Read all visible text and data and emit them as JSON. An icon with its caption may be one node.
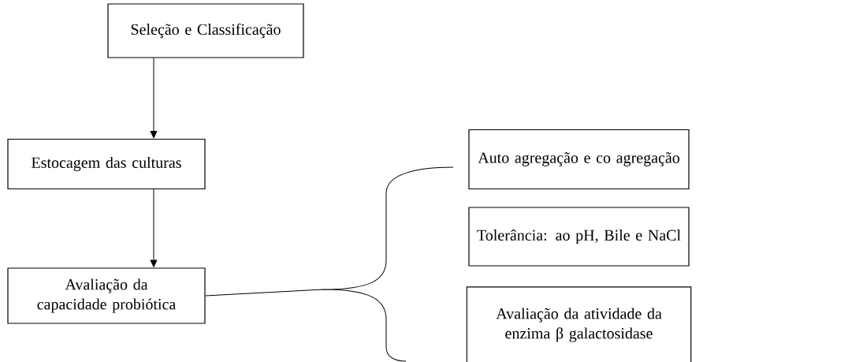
{
  "diagram": {
    "nodes": [
      {
        "text": [
          "Seleção e Classificação"
        ]
      },
      {
        "text": [
          "Estocagem das culturas"
        ]
      },
      {
        "text": [
          "Avaliação da capacidade probiótica"
        ]
      },
      {
        "text": [
          "Auto agregação e co agregação"
        ]
      },
      {
        "text": [
          "Tolerância: ao pH, Bile e NaCl"
        ]
      },
      {
        "text": [
          "Avaliação da atividade da enzima β galactosidase"
        ]
      }
    ],
    "edges": [
      {
        "from": 0,
        "to": 1,
        "arrow": "to"
      },
      {
        "from": 1,
        "to": 2,
        "arrow": "to"
      }
    ]
  }
}
